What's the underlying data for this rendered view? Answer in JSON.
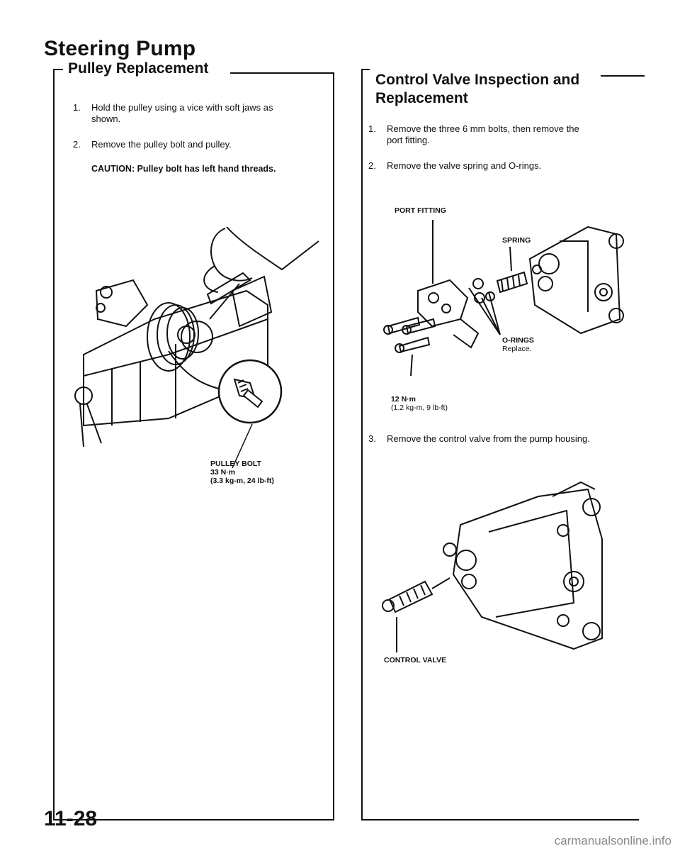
{
  "page": {
    "title": "Steering Pump",
    "page_number": "11-28",
    "watermark": "carmanualsonline.info"
  },
  "left_section": {
    "heading": "Pulley Replacement",
    "steps": [
      {
        "num": "1.",
        "text_lines": [
          "Hold the pulley using a vice with soft jaws as",
          "shown."
        ]
      },
      {
        "num": "2.",
        "text_lines": [
          "Remove the pulley bolt and pulley."
        ]
      }
    ],
    "caution_label": "CAUTION:",
    "caution_text": "Pulley bolt has left hand threads.",
    "figure_labels": {
      "bolt_name": "PULLEY BOLT",
      "torque_nm": "33 N·m",
      "torque_alt": "(3.3 kg-m, 24 lb-ft)"
    }
  },
  "right_section": {
    "heading_lines": [
      "Control Valve Inspection and",
      "Replacement"
    ],
    "steps": [
      {
        "num": "1.",
        "text_lines": [
          "Remove the three 6 mm bolts, then remove the",
          "port fitting."
        ]
      },
      {
        "num": "2.",
        "text_lines": [
          "Remove the valve spring and O-rings."
        ]
      },
      {
        "num": "3.",
        "text_lines": [
          "Remove the control valve from the pump housing."
        ]
      }
    ],
    "figure1_labels": {
      "port_fitting": "PORT FITTING",
      "spring": "SPRING",
      "o_rings": "O-RINGS",
      "replace": "Replace.",
      "torque_nm": "12 N·m",
      "torque_alt": "(1.2 kg-m, 9 lb-ft)"
    },
    "figure2_labels": {
      "control_valve": "CONTROL VALVE"
    }
  }
}
